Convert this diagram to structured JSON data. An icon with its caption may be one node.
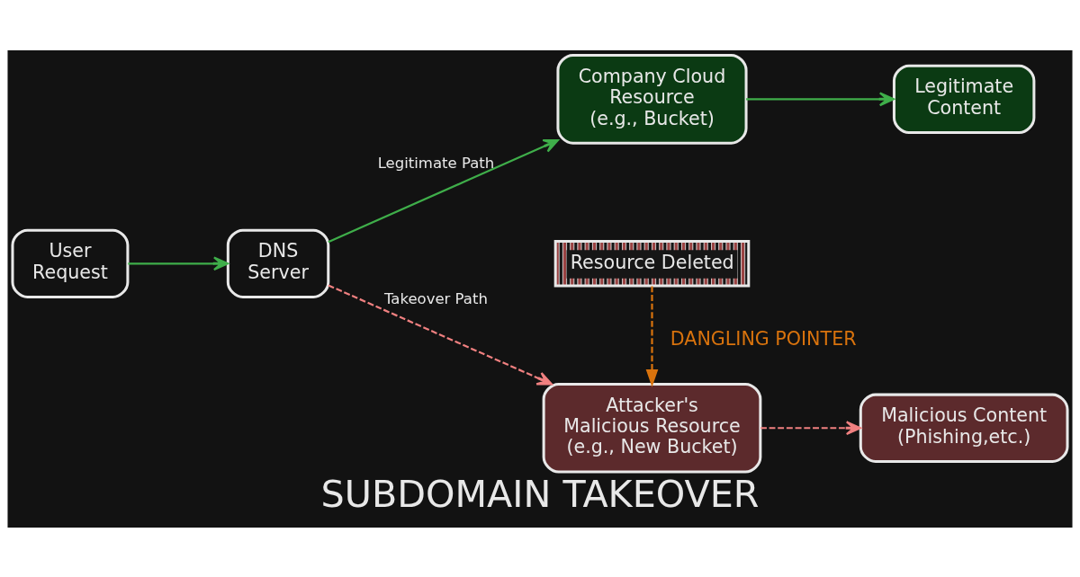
{
  "diagram": {
    "title": "SUBDOMAIN TAKEOVER",
    "nodes": [
      {
        "text": [
          "User Request"
        ]
      },
      {
        "text": [
          "DNS Server"
        ]
      },
      {
        "text": [
          "Company Cloud Resource (e.g., Bucket)"
        ]
      },
      {
        "text": [
          "Legitimate Content"
        ]
      },
      {
        "text": [
          "Resource Deleted"
        ]
      },
      {
        "text": [
          "Attacker's Malicious Resource (e.g., New Bucket)"
        ]
      },
      {
        "text": [
          "Malicious Content (Phishing,etc.)"
        ]
      }
    ],
    "edges": [
      {
        "from": 0,
        "to": 1,
        "arrow": "to"
      },
      {
        "from": 1,
        "to": 2,
        "arrow": "to",
        "label": "Legitimate Path"
      },
      {
        "from": 2,
        "to": 3,
        "arrow": "to"
      },
      {
        "from": 1,
        "to": 5,
        "arrow": "to",
        "label": "Takeover Path",
        "style": "dashed",
        "color": "#f08080"
      },
      {
        "from": 5,
        "to": 6,
        "arrow": "to",
        "style": "dashed",
        "color": "#f08080"
      },
      {
        "from": 4,
        "to": 5,
        "arrow": "to",
        "label": "DANGLING POINTER",
        "style": "dashed",
        "color": "#d9730d"
      }
    ]
  }
}
